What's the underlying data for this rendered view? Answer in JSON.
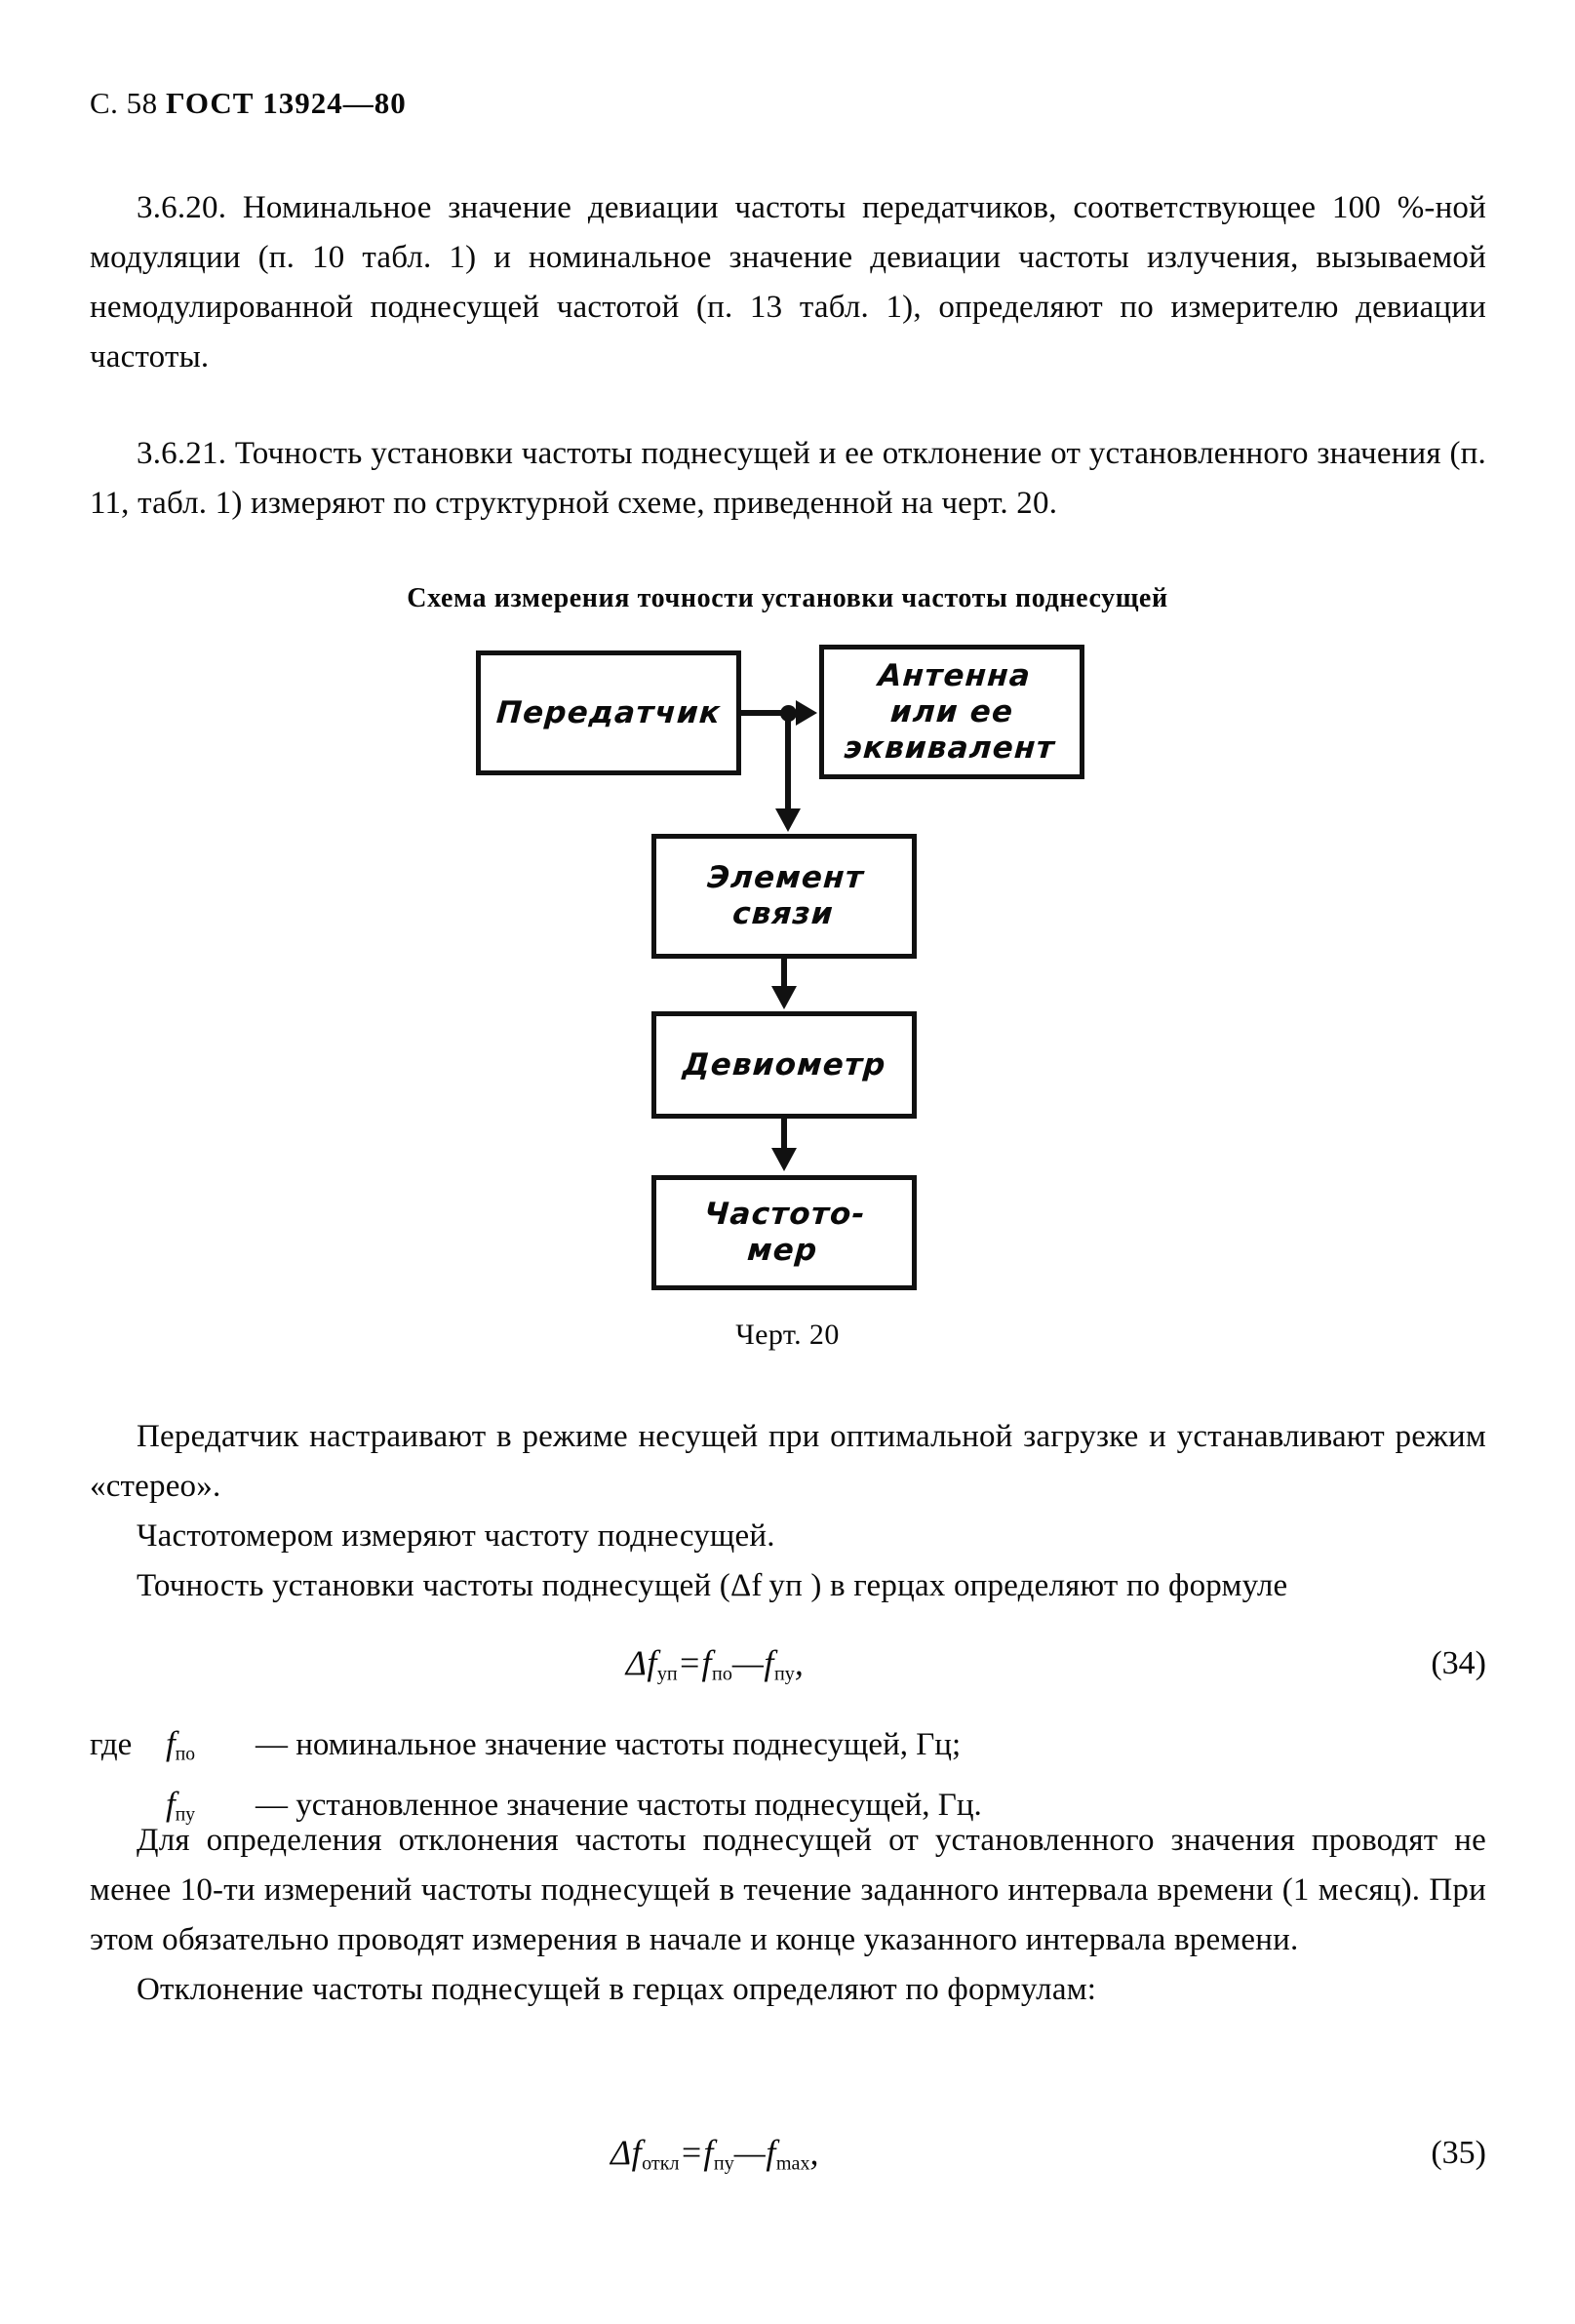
{
  "document": {
    "running_head": {
      "page_label": "С. 58",
      "standard": "ГОСТ 13924—80"
    }
  },
  "clauses": [
    {
      "id": "3.6.20",
      "text": "3.6.20. Номинальное значение девиации частоты передатчиков, соответствующее 100 %-ной модуляции (п. 10 табл. 1) и номинальное значение девиации частоты излучения, вызываемой немодулированной поднесущей частотой (п. 13 табл. 1), определяют по измерителю девиации частоты."
    },
    {
      "id": "3.6.21",
      "text": "3.6.21. Точность установки частоты поднесущей и ее отклонение от установленного значения (п. 11, табл. 1) измеряют по структурной схеме, приведенной на черт. 20."
    }
  ],
  "figure": {
    "title": "Схема измерения точности установки частоты поднесущей",
    "caption": "Черт. 20",
    "nodes": [
      {
        "key": "transmitter",
        "label": "Передатчик"
      },
      {
        "key": "antenna",
        "label": "Антенна\nили ее\nэквивалент"
      },
      {
        "key": "coupling",
        "label": "Элемент\nсвязи"
      },
      {
        "key": "deviometer",
        "label": "Девиометр"
      },
      {
        "key": "freqmeter",
        "label": "Частото-\nмер"
      }
    ],
    "connections": [
      {
        "from": "transmitter",
        "to": "antenna",
        "style": "arrow-right-with-junction"
      },
      {
        "from": "junction",
        "to": "coupling",
        "style": "arrow-down"
      },
      {
        "from": "coupling",
        "to": "deviometer",
        "style": "arrow-down"
      },
      {
        "from": "deviometer",
        "to": "freqmeter",
        "style": "arrow-down"
      }
    ]
  },
  "body": {
    "para_setup": "Передатчик настраивают в режиме несущей при оптимальной загрузке и устанавливают режим «стерео».",
    "para_measure": "Частотомером измеряют частоту поднесущей.",
    "para_accuracy": "Точность установки частоты поднесущей (Δf уп ) в герцах определяют по формуле",
    "para_deviation_intro": "Для определения отклонения частоты поднесущей от установленного значения проводят не менее 10-ти измерений частоты поднесущей в течение заданного  интервала времени (1 месяц). При этом обязательно проводят измерения в начале и конце указанного интервала времени.",
    "para_formula_intro": "Отклонение частоты поднесущей в герцах определяют по формулам:"
  },
  "formulas": [
    {
      "number": "(34)",
      "lhs_var": "f",
      "lhs_sub": "уп",
      "rhs": "f по − f пу,",
      "plain": "Δf_уп = f_по − f_пу,"
    },
    {
      "number": "(35)",
      "lhs_var": "f",
      "lhs_sub": "откл",
      "rhs": "f пу − f max,",
      "plain": "Δf_откл = f_пу − f_max,"
    }
  ],
  "where_list": {
    "lead_word": "где",
    "items": [
      {
        "symbol": "f",
        "subscript": "по",
        "definition": "— номинальное значение частоты поднесущей, Гц;"
      },
      {
        "symbol": "f",
        "subscript": "пу",
        "definition": "— установленное значение частоты поднесущей, Гц."
      }
    ]
  },
  "symbols": {
    "delta": "Δ",
    "minus": "—",
    "equals": "="
  }
}
